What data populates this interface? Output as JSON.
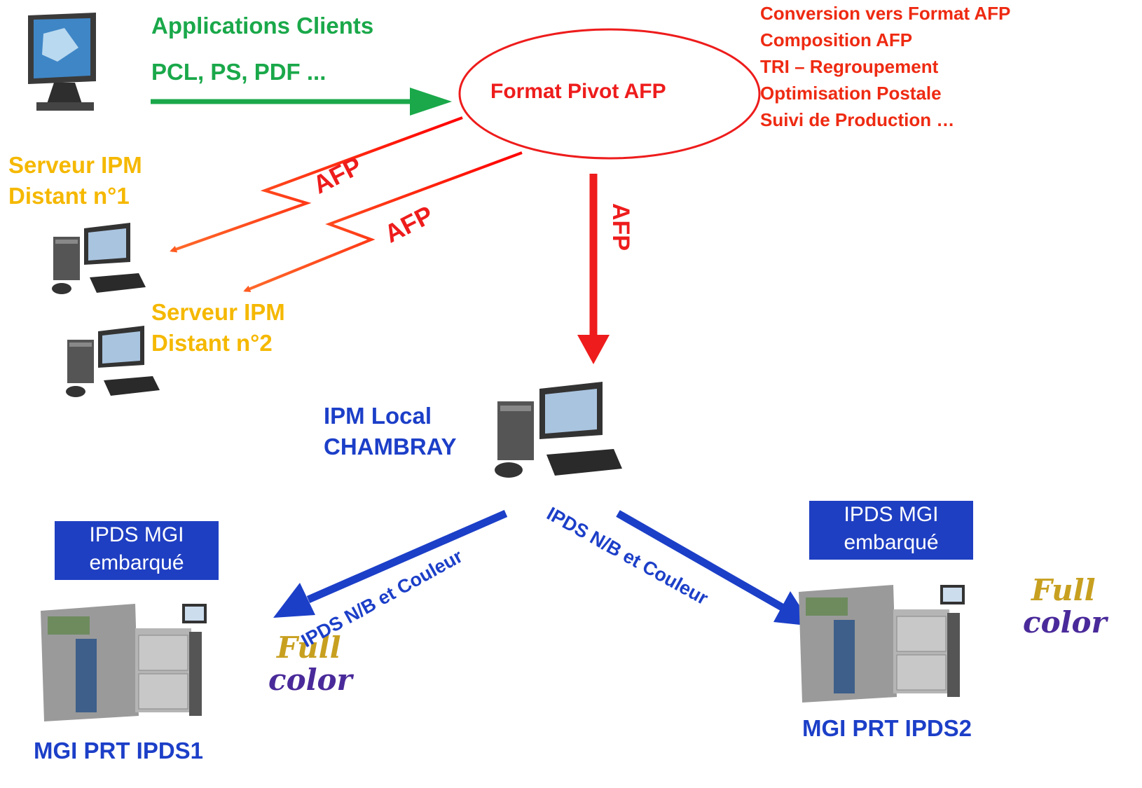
{
  "client": {
    "title": "Applications Clients",
    "formats": "PCL, PS, PDF ..."
  },
  "pivot": {
    "label": "Format Pivot AFP"
  },
  "features": [
    "Conversion vers  Format AFP",
    "Composition AFP",
    "TRI – Regroupement",
    "Optimisation Postale",
    "Suivi de Production …"
  ],
  "remote1": {
    "line1": "Serveur IPM",
    "line2": "Distant n°1"
  },
  "remote2": {
    "line1": "Serveur IPM",
    "line2": "Distant n°2"
  },
  "links": {
    "afp1": "AFP",
    "afp2": "AFP",
    "afp_down": "AFP",
    "ipds_left": "IPDS N/B et Couleur",
    "ipds_right": "IPDS N/B et Couleur"
  },
  "local": {
    "line1": "IPM Local",
    "line2": "CHAMBRAY"
  },
  "printer1": {
    "badge_line1": "IPDS MGI",
    "badge_line2": "embarqué",
    "name": "MGI  PRT IPDS1"
  },
  "printer2": {
    "badge_line1": "IPDS MGI",
    "badge_line2": "embarqué",
    "name": "MGI  PRT IPDS2"
  },
  "fullcolor": {
    "word1": "Full",
    "word2": "color"
  },
  "colors": {
    "green": "#1aa84a",
    "red": "#ee2a12",
    "yellow": "#f5b800",
    "blue": "#1c3fc8",
    "badge": "#1f3fc2"
  }
}
